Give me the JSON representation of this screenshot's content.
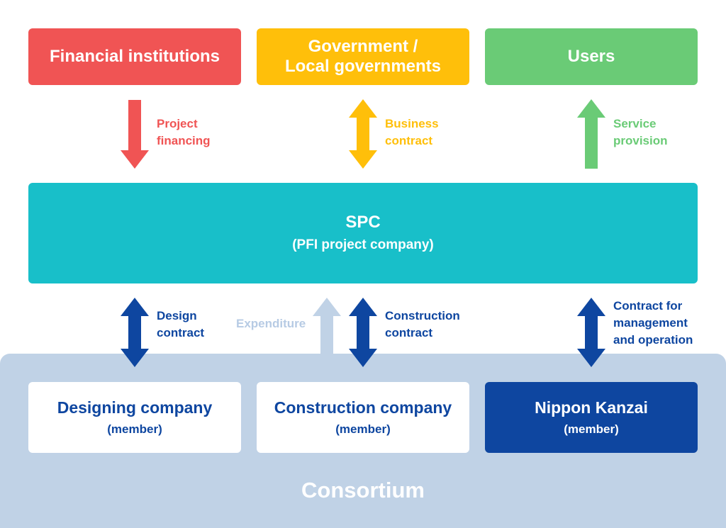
{
  "nodes": {
    "financial_institutions": "Financial institutions",
    "government_line1": "Government /",
    "government_line2": "Local governments",
    "users": "Users",
    "spc_title": "SPC",
    "spc_subtitle": "(PFI project company)",
    "designing_company": "Designing company",
    "designing_company_sub": "(member)",
    "construction_company": "Construction company",
    "construction_company_sub": "(member)",
    "nippon_kanzai": "Nippon Kanzai",
    "nippon_kanzai_sub": "(member)",
    "consortium": "Consortium"
  },
  "edges": {
    "project_financing": [
      "Project",
      "financing"
    ],
    "business_contract": [
      "Business",
      "contract"
    ],
    "service_provision": [
      "Service",
      "provision"
    ],
    "design_contract": [
      "Design",
      "contract"
    ],
    "expenditure": "Expenditure",
    "construction_contract": [
      "Construction",
      "contract"
    ],
    "management_contract": [
      "Contract for",
      "management",
      "and operation"
    ]
  },
  "colors": {
    "financial": "#f05454",
    "government": "#ffbf0a",
    "users": "#6acb76",
    "spc": "#18bfc9",
    "consortium": "#c0d2e6",
    "navy": "#0e46a0",
    "expenditure": "#c0d2e6"
  }
}
